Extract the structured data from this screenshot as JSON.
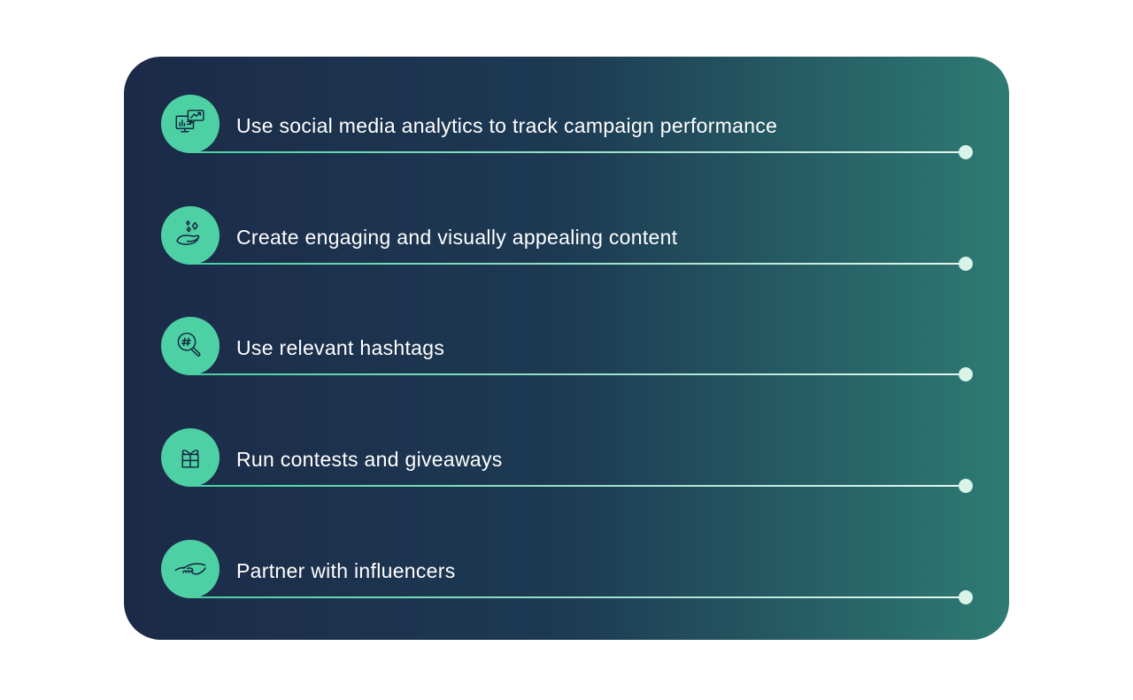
{
  "card": {
    "type": "social-media-tips-infographic"
  },
  "items": [
    {
      "label": "Use social media analytics to track campaign performance",
      "icon": "monitor-analytics-icon"
    },
    {
      "label": "Create engaging and visually appealing content",
      "icon": "hand-sparkles-icon"
    },
    {
      "label": "Use relevant hashtags",
      "icon": "hashtag-search-icon"
    },
    {
      "label": "Run contests and giveaways",
      "icon": "gift-icon"
    },
    {
      "label": "Partner with influencers",
      "icon": "handshake-icon"
    }
  ],
  "colors": {
    "page_background": "#ffffff",
    "card_gradient_start": "#1b2a48",
    "card_gradient_mid": "#1d3a53",
    "card_gradient_end": "#2e7b74",
    "icon_circle": "#4ed0a5",
    "icon_stroke": "#13263f",
    "line_gradient_start": "#47d0a1",
    "line_gradient_end": "#e4f7ee",
    "end_dot": "#d9f3e7",
    "text": "#ffffff"
  }
}
